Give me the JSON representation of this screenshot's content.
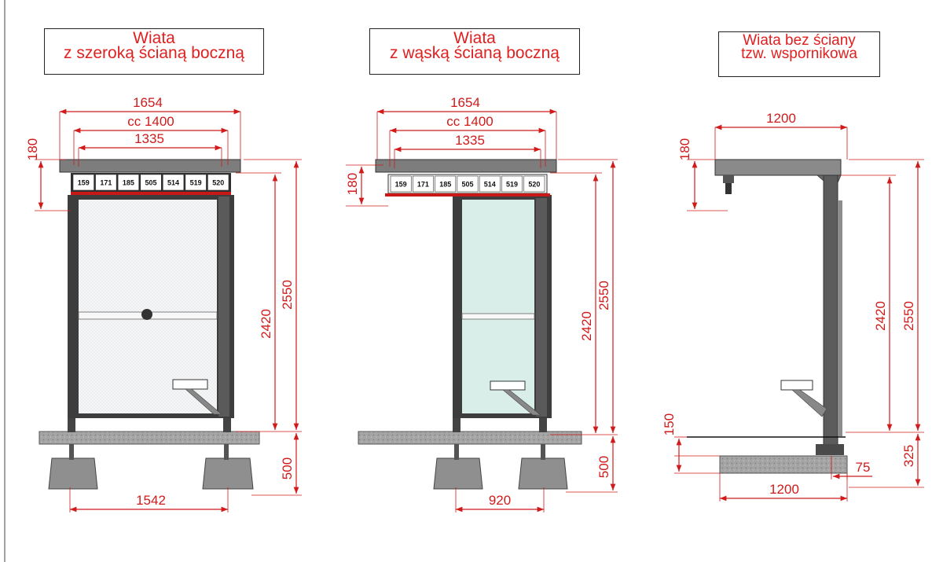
{
  "colors": {
    "dimension": "#d11a1a",
    "frame": "#3a3a3a",
    "glass_a": "#eef3f5",
    "glass_b": "#d9ede9",
    "concrete": "#9a9a9a",
    "title": "#e02020"
  },
  "variants": [
    {
      "title_line1": "Wiata",
      "title_line2": "z szeroką ścianą boczną",
      "dims": {
        "overall_width": "1654",
        "cc": "cc 1400",
        "inner": "1335",
        "roof": "180",
        "height_inner": "2420",
        "height_total": "2550",
        "foundation": "500",
        "footing_spacing": "1542"
      },
      "routes": [
        "159",
        "171",
        "185",
        "505",
        "514",
        "519",
        "520"
      ]
    },
    {
      "title_line1": "Wiata",
      "title_line2": "z wąską ścianą boczną",
      "dims": {
        "overall_width": "1654",
        "cc": "cc 1400",
        "inner": "1335",
        "roof": "180",
        "height_inner": "2420",
        "height_total": "2550",
        "foundation": "500",
        "footing_spacing": "920"
      },
      "routes": [
        "159",
        "171",
        "185",
        "505",
        "514",
        "519",
        "520"
      ]
    },
    {
      "title_line1": "Wiata bez ściany",
      "title_line2": "tzw. wspornikowa",
      "dims": {
        "top_width": "1200",
        "roof": "180",
        "height_inner": "2420",
        "height_total": "2550",
        "slab_thickness": "150",
        "foundation": "325",
        "offset": "75",
        "bottom_width": "1200"
      }
    }
  ]
}
